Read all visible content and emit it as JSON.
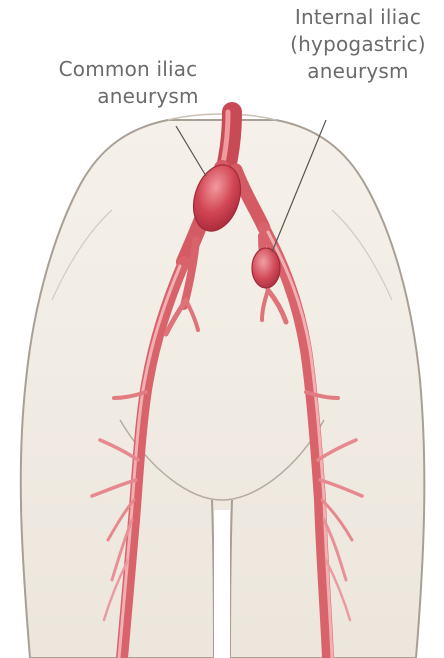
{
  "labels": {
    "common_iliac": {
      "line1": "Common iliac",
      "line2": "aneurysm"
    },
    "internal_iliac": {
      "line1": "Internal iliac",
      "line2": "(hypogastric)",
      "line3": "aneurysm"
    }
  },
  "colors": {
    "background": "#ffffff",
    "skin": "#f1ece4",
    "skin_outline": "#a89f95",
    "artery": "#d9636a",
    "artery_dark": "#b8404b",
    "artery_highlight": "#f2a6a6",
    "aneurysm": "#d0404e",
    "leader_line": "#555555",
    "label_text": "#6b6b6b"
  }
}
